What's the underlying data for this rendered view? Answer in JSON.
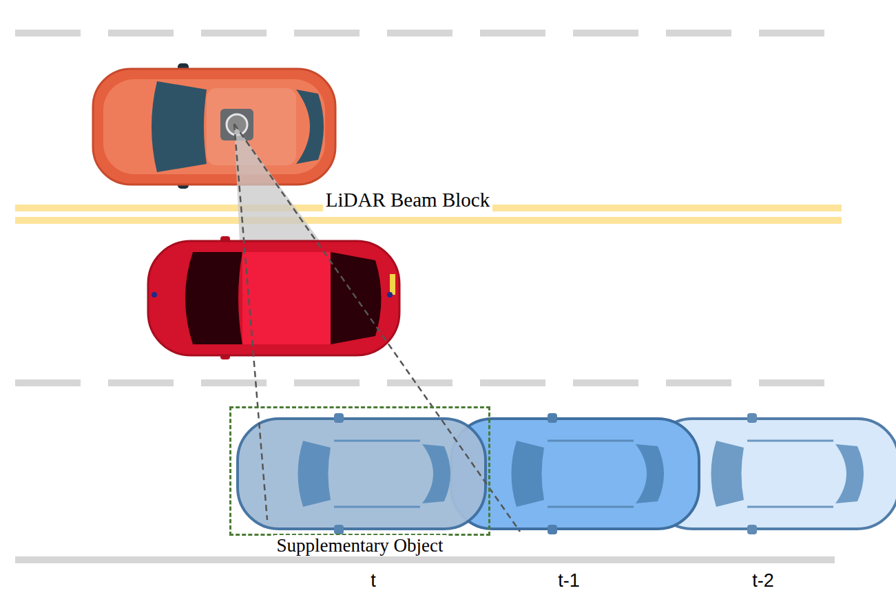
{
  "diagram": {
    "nodes": [
      {
        "text": [
          "Supplementary Object"
        ]
      }
    ],
    "labels": [
      "LiDAR Beam Block",
      "t",
      "t-1",
      "t-2"
    ]
  }
}
